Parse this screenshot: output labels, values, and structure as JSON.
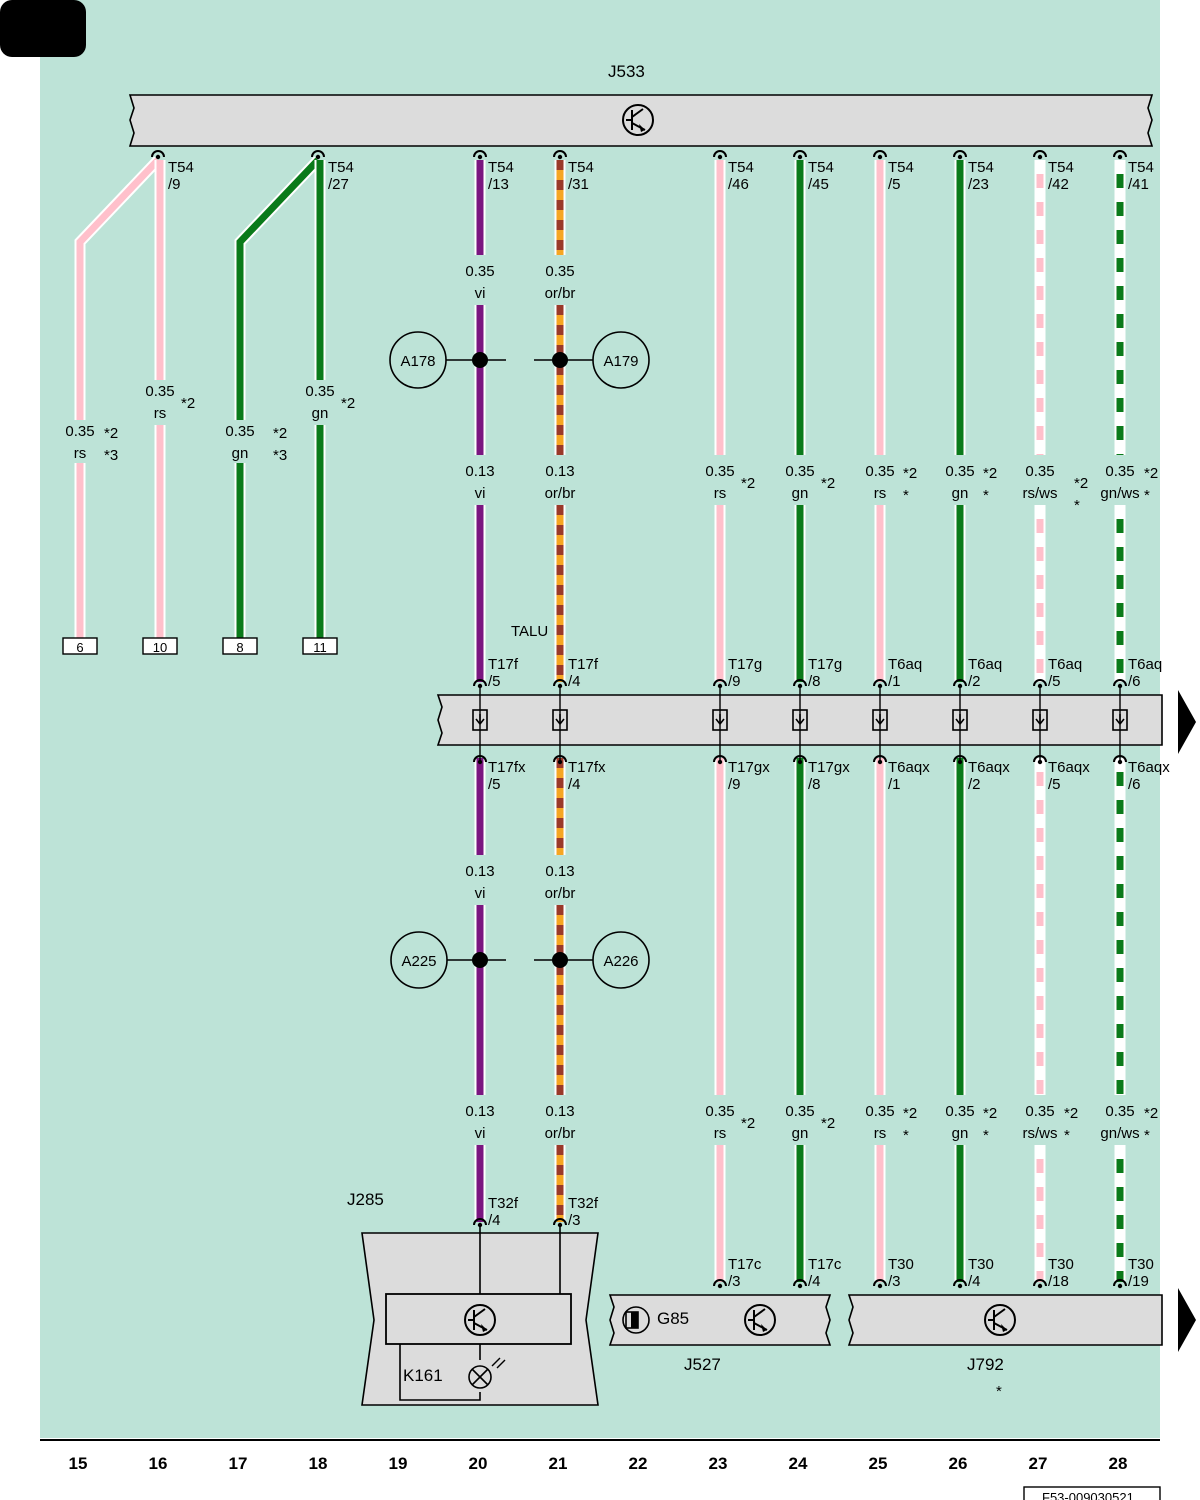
{
  "colors": {
    "background": "#bde3d7",
    "component_fill": "#dcdcdc",
    "rs": "#ffc0cb",
    "gn": "#0a7a1a",
    "vi": "#7a1680",
    "or": "#f6a623",
    "br": "#9a3a2a",
    "ws": "#ffffff"
  },
  "components": {
    "j533": "J533",
    "talu": "TALU",
    "j285": "J285",
    "k161": "K161",
    "g85": "G85",
    "j527": "J527",
    "j792": "J792",
    "j792_note": "*"
  },
  "connectors": {
    "top": [
      "T54\n/9",
      "T54\n/27",
      "T54\n/13",
      "T54\n/31",
      "T54\n/46",
      "T54\n/45",
      "T54\n/5",
      "T54\n/23",
      "T54\n/42",
      "T54\n/41"
    ],
    "talu_in": [
      "T17f\n/5",
      "T17f\n/4",
      "T17g\n/9",
      "T17g\n/8",
      "T6aq\n/1",
      "T6aq\n/2",
      "T6aq\n/5",
      "T6aq\n/6"
    ],
    "talu_out": [
      "T17fx\n/5",
      "T17fx\n/4",
      "T17gx\n/9",
      "T17gx\n/8",
      "T6aqx\n/1",
      "T6aqx\n/2",
      "T6aqx\n/5",
      "T6aqx\n/6"
    ],
    "bottom": [
      "T32f\n/4",
      "T32f\n/3",
      "T17c\n/3",
      "T17c\n/4",
      "T30\n/3",
      "T30\n/4",
      "T30\n/18",
      "T30\n/19"
    ]
  },
  "splices": [
    "A178",
    "A179",
    "A225",
    "A226"
  ],
  "wire_labels": [
    "0.35\nrs",
    "*2\n*3",
    "0.35\nrs",
    "*2",
    "0.35\ngn",
    "*2\n*3",
    "0.35\ngn",
    "*2",
    "0.35\nvi",
    "0.35\nor/br",
    "0.13\nvi",
    "0.13\nor/br",
    "0.35\nrs",
    "*2",
    "0.35\ngn",
    "*2",
    "0.35\nrs",
    "*2\n*",
    "0.35\ngn",
    "*2\n*",
    "0.35\nrs/ws",
    "*2\n*",
    "0.35\ngn/ws",
    "*2\n*",
    "0.13\nvi",
    "0.13\nor/br",
    "0.13\nvi",
    "0.13\nor/br",
    "0.35\nrs",
    "*2",
    "0.35\ngn",
    "*2",
    "0.35\nrs",
    "*2\n*",
    "0.35\ngn",
    "*2\n*",
    "0.35\nrs/ws",
    "*2\n*",
    "0.35\ngn/ws",
    "*2\n*"
  ],
  "terminals": [
    "6",
    "10",
    "8",
    "11"
  ],
  "columns": [
    "15",
    "16",
    "17",
    "18",
    "19",
    "20",
    "21",
    "22",
    "23",
    "24",
    "25",
    "26",
    "27",
    "28"
  ],
  "figure_code": "F53-009030521"
}
